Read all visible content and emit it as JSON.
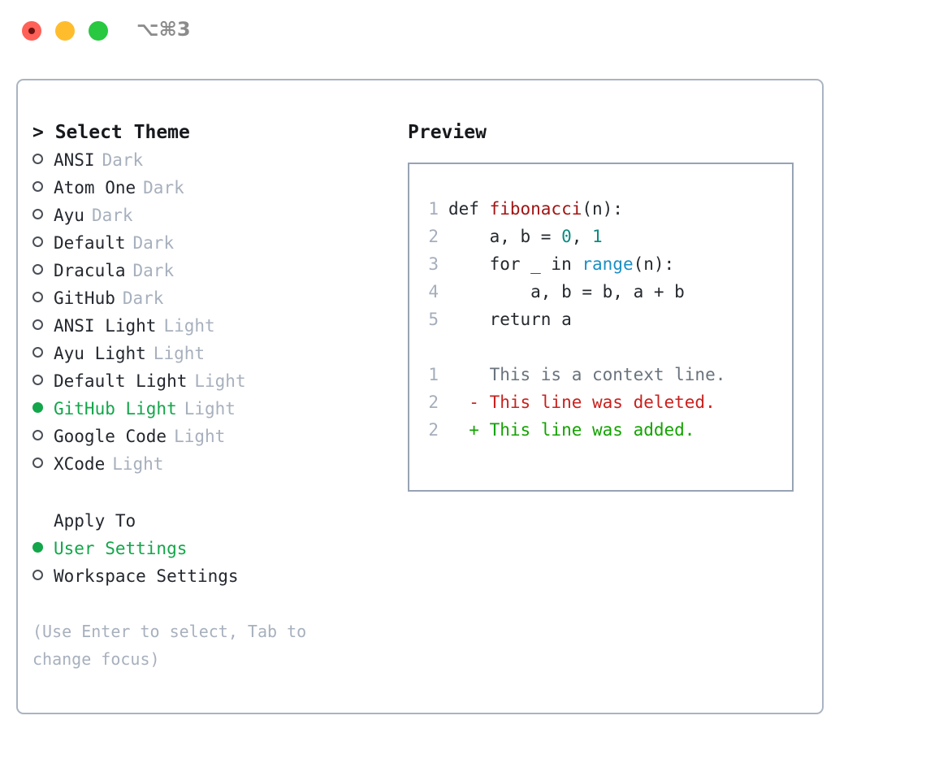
{
  "window": {
    "shortcut": "⌥⌘3",
    "traffic_lights": [
      {
        "name": "close",
        "color": "#ff6058"
      },
      {
        "name": "minimize",
        "color": "#ffbd2e"
      },
      {
        "name": "maximize",
        "color": "#28c840"
      }
    ]
  },
  "theme_panel": {
    "header": "> Select Theme",
    "items": [
      {
        "name": "ANSI",
        "kind": "Dark",
        "selected": false
      },
      {
        "name": "Atom One",
        "kind": "Dark",
        "selected": false
      },
      {
        "name": "Ayu",
        "kind": "Dark",
        "selected": false
      },
      {
        "name": "Default",
        "kind": "Dark",
        "selected": false
      },
      {
        "name": "Dracula",
        "kind": "Dark",
        "selected": false
      },
      {
        "name": "GitHub",
        "kind": "Dark",
        "selected": false
      },
      {
        "name": "ANSI Light",
        "kind": "Light",
        "selected": false
      },
      {
        "name": "Ayu Light",
        "kind": "Light",
        "selected": false
      },
      {
        "name": "Default Light",
        "kind": "Light",
        "selected": false
      },
      {
        "name": "GitHub Light",
        "kind": "Light",
        "selected": true
      },
      {
        "name": "Google Code",
        "kind": "Light",
        "selected": false
      },
      {
        "name": "XCode",
        "kind": "Light",
        "selected": false
      }
    ]
  },
  "apply_to": {
    "label": "Apply To",
    "options": [
      {
        "name": "User Settings",
        "selected": true
      },
      {
        "name": "Workspace Settings",
        "selected": false
      }
    ]
  },
  "hint": "(Use Enter to select, Tab to change focus)",
  "preview": {
    "header": "Preview",
    "code_lines": [
      {
        "no": "1",
        "tokens": [
          {
            "t": "def ",
            "c": "plain"
          },
          {
            "t": "fibonacci",
            "c": "func"
          },
          {
            "t": "(n):",
            "c": "plain"
          }
        ]
      },
      {
        "no": "2",
        "tokens": [
          {
            "t": "    a, b = ",
            "c": "plain"
          },
          {
            "t": "0",
            "c": "num"
          },
          {
            "t": ", ",
            "c": "plain"
          },
          {
            "t": "1",
            "c": "num"
          }
        ]
      },
      {
        "no": "3",
        "tokens": [
          {
            "t": "    for _ in ",
            "c": "plain"
          },
          {
            "t": "range",
            "c": "builtin"
          },
          {
            "t": "(n):",
            "c": "plain"
          }
        ]
      },
      {
        "no": "4",
        "tokens": [
          {
            "t": "        a, b = b, a + b",
            "c": "plain"
          }
        ]
      },
      {
        "no": "5",
        "tokens": [
          {
            "t": "    return a",
            "c": "plain"
          }
        ]
      }
    ],
    "diff_lines": [
      {
        "no": "1",
        "marker": "  ",
        "text": "This is a context line.",
        "c": "ctx"
      },
      {
        "no": "2",
        "marker": "- ",
        "text": "This line was deleted.",
        "c": "del"
      },
      {
        "no": "2",
        "marker": "+ ",
        "text": "This line was added.",
        "c": "add"
      }
    ]
  },
  "colors": {
    "accent_green": "#13a64a",
    "muted": "#a7b0bd",
    "panel_border": "#aab4c2",
    "preview_border": "#97a3b4",
    "diff_add": "#13a300",
    "diff_del": "#c9211e",
    "code_func": "#a21414",
    "code_num": "#0d8a80",
    "code_builtin": "#1a8fc4"
  }
}
